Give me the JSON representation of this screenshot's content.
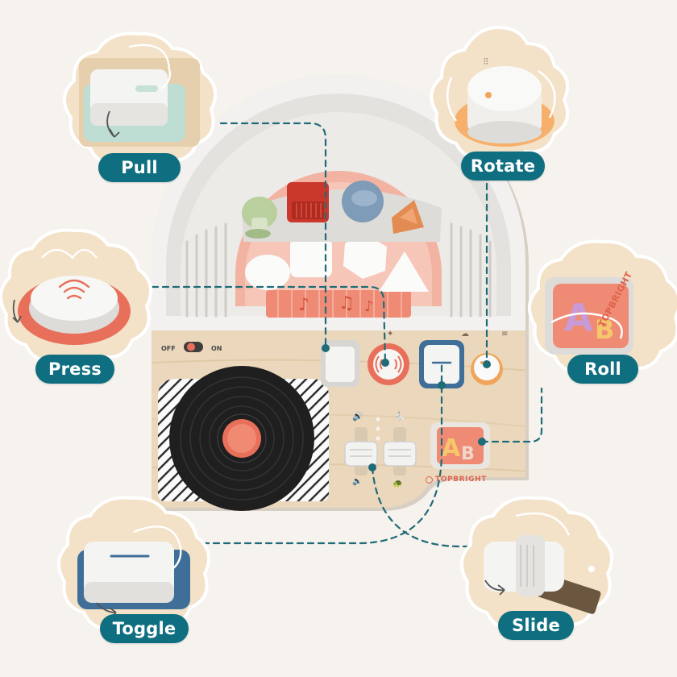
{
  "labels": {
    "pull": "Pull",
    "rotate": "Rotate",
    "press": "Press",
    "roll": "Roll",
    "toggle": "Toggle",
    "slide": "Slide"
  },
  "board": {
    "switch_off": "OFF",
    "switch_on": "ON",
    "brand": "TOPBRIGHT",
    "roll_brand": "TOPBRIGHT"
  },
  "colors": {
    "badge": "#0f6f80",
    "connector": "#1f6b78",
    "accent": "#e8705b",
    "wood": "#ead7bb"
  }
}
